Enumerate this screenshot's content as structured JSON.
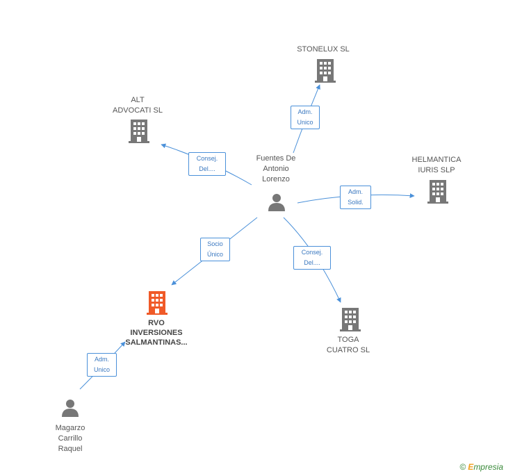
{
  "nodes": {
    "center": {
      "lines": [
        "Fuentes De",
        "Antonio",
        "Lorenzo"
      ],
      "kind": "person"
    },
    "stonelux": {
      "lines": [
        "STONELUX  SL"
      ],
      "kind": "company"
    },
    "alt": {
      "lines": [
        "ALT",
        "ADVOCATI SL"
      ],
      "kind": "company"
    },
    "helmantica": {
      "lines": [
        "HELMANTICA",
        "IURIS  SLP"
      ],
      "kind": "company"
    },
    "rvo": {
      "lines": [
        "RVO",
        "INVERSIONES",
        "SALMANTINAS..."
      ],
      "kind": "company-highlight"
    },
    "toga": {
      "lines": [
        "TOGA",
        "CUATRO SL"
      ],
      "kind": "company"
    },
    "magarzo": {
      "lines": [
        "Magarzo",
        "Carrillo",
        "Raquel"
      ],
      "kind": "person"
    }
  },
  "edges": {
    "stonelux": {
      "lines": [
        "Adm.",
        "Unico"
      ]
    },
    "alt": {
      "lines": [
        "Consej.",
        "Del...."
      ]
    },
    "helmantica": {
      "lines": [
        "Adm.",
        "Solid."
      ]
    },
    "rvo": {
      "lines": [
        "Socio",
        "Único"
      ]
    },
    "toga": {
      "lines": [
        "Consej.",
        "Del...."
      ]
    },
    "magarzo": {
      "lines": [
        "Adm.",
        "Unico"
      ]
    }
  },
  "colors": {
    "company": "#777777",
    "highlight": "#f05a28",
    "person": "#777777",
    "edge": "#4a90d9"
  },
  "footer": {
    "copyright": "©",
    "brand_initial": "E",
    "brand_rest": "mpresia"
  }
}
